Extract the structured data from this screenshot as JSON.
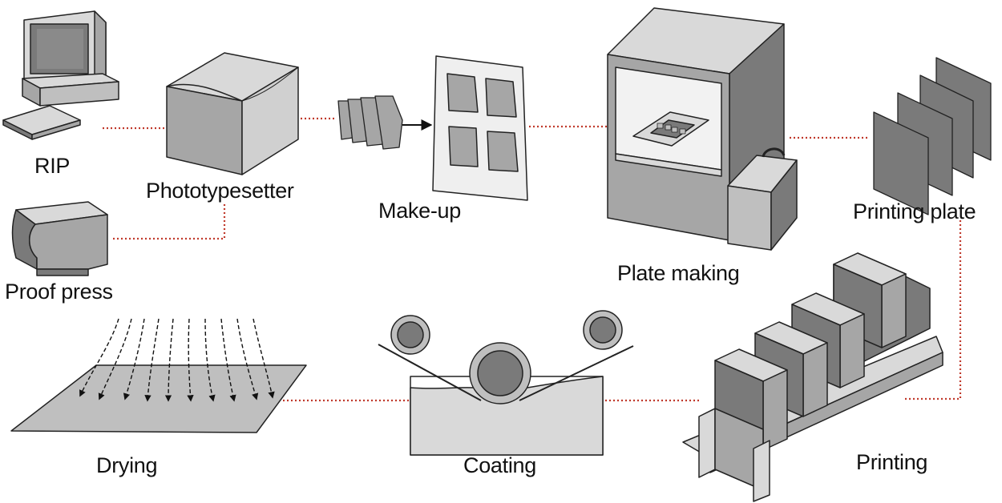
{
  "labels": {
    "rip": "RIP",
    "phototypesetter": "Phototypesetter",
    "proof_press": "Proof press",
    "make_up": "Make-up",
    "plate_making": "Plate making",
    "printing_plate": "Printing plate",
    "printing": "Printing",
    "coating": "Coating",
    "drying": "Drying"
  },
  "colors": {
    "connector": "#c0392b",
    "light_gray": "#d9d9d9",
    "mid_gray": "#a6a6a6",
    "dark_gray": "#7a7a7a",
    "outline": "#222222"
  }
}
